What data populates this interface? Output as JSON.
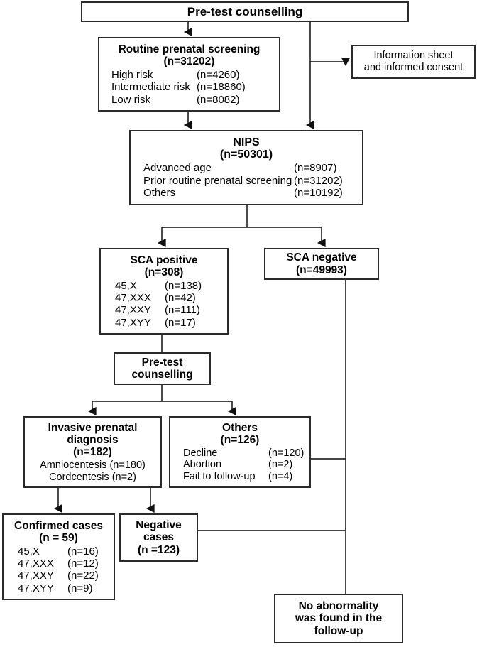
{
  "figure": {
    "type": "flowchart",
    "orientation": "top-down",
    "line_color": "#2b2b2b",
    "background": "#ffffff"
  },
  "nodes": {
    "pretest_top": {
      "title": "Pre-test counselling"
    },
    "routine_screening": {
      "title": "Routine prenatal screening",
      "count": "(n=31202)",
      "rows": [
        {
          "label": "High risk",
          "value": "(n=4260)"
        },
        {
          "label": "Intermediate risk",
          "value": "(n=18860)"
        },
        {
          "label": "Low risk",
          "value": "(n=8082)"
        }
      ]
    },
    "info_sheet": {
      "text": "Information sheet\nand informed consent"
    },
    "nips": {
      "title": "NIPS",
      "count": "(n=50301)",
      "rows": [
        {
          "label": "Advanced age",
          "value": "(n=8907)"
        },
        {
          "label": "Prior routine prenatal screening",
          "value": "(n=31202)"
        },
        {
          "label": "Others",
          "value": "(n=10192)"
        }
      ]
    },
    "sca_positive": {
      "title": "SCA positive",
      "count": "(n=308)",
      "rows": [
        {
          "label": "45,X",
          "value": "(n=138)"
        },
        {
          "label": "47,XXX",
          "value": "(n=42)"
        },
        {
          "label": "47,XXY",
          "value": "(n=111)"
        },
        {
          "label": "47,XYY",
          "value": "(n=17)"
        }
      ]
    },
    "sca_negative": {
      "title": "SCA negative",
      "count": "(n=49993)"
    },
    "pretest_second": {
      "title": "Pre-test\ncounselling"
    },
    "invasive_diagnosis": {
      "title": "Invasive prenatal\ndiagnosis",
      "count": "(n=182)",
      "rows": [
        "Amniocentesis (n=180)",
        "Cordcentesis (n=2)"
      ]
    },
    "others": {
      "title": "Others",
      "count": "(n=126)",
      "rows": [
        {
          "label": "Decline",
          "value": "(n=120)"
        },
        {
          "label": "Abortion",
          "value": "(n=2)"
        },
        {
          "label": "Fail to follow-up",
          "value": "(n=4)"
        }
      ]
    },
    "confirmed_cases": {
      "title": "Confirmed cases",
      "count": "(n = 59)",
      "rows": [
        {
          "label": "45,X",
          "value": "(n=16)"
        },
        {
          "label": "47,XXX",
          "value": "(n=12)"
        },
        {
          "label": "47,XXY",
          "value": "(n=22)"
        },
        {
          "label": "47,XYY",
          "value": "(n=9)"
        }
      ]
    },
    "negative_cases": {
      "title": "Negative\ncases",
      "count": "(n =123)"
    },
    "no_abnormality": {
      "title": "No abnormality\nwas found in the\nfollow-up"
    }
  }
}
